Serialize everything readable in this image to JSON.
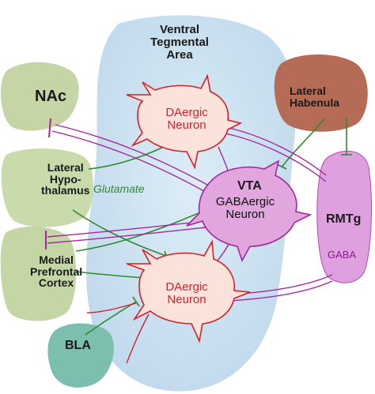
{
  "regions": {
    "vta_area": "Ventral\nTegmental\nArea",
    "nac": "NAc",
    "lateral_habenula": "Lateral\nHabenula",
    "lateral_hypothalamus": "Lateral\nHypo-\nthalamus",
    "medial_prefrontal_cortex": "Medial\nPrefrontal\nCortex",
    "bla": "BLA",
    "rmtg": "RMTg"
  },
  "neurons": {
    "da_top": "DAergic\nNeuron",
    "da_bottom": "DAergic\nNeuron",
    "vta_title": "VTA",
    "vta_gaba": "GABAergic\nNeuron"
  },
  "labels": {
    "glutamate": "Glutamate",
    "gaba": "GABA"
  },
  "colors": {
    "vta_bg": "#cfe3f1",
    "region_green": "#c6d7a4",
    "habenula": "#b86a55",
    "bla": "#7bbfae",
    "da_neuron_fill": "#fbe3dc",
    "da_neuron_stroke": "#d4202a",
    "gaba_neuron_fill": "#e3a9e0",
    "rmtg_fill": "#dfa2df",
    "green_projection": "#2e8b2e",
    "purple_projection": "#a2279d"
  }
}
